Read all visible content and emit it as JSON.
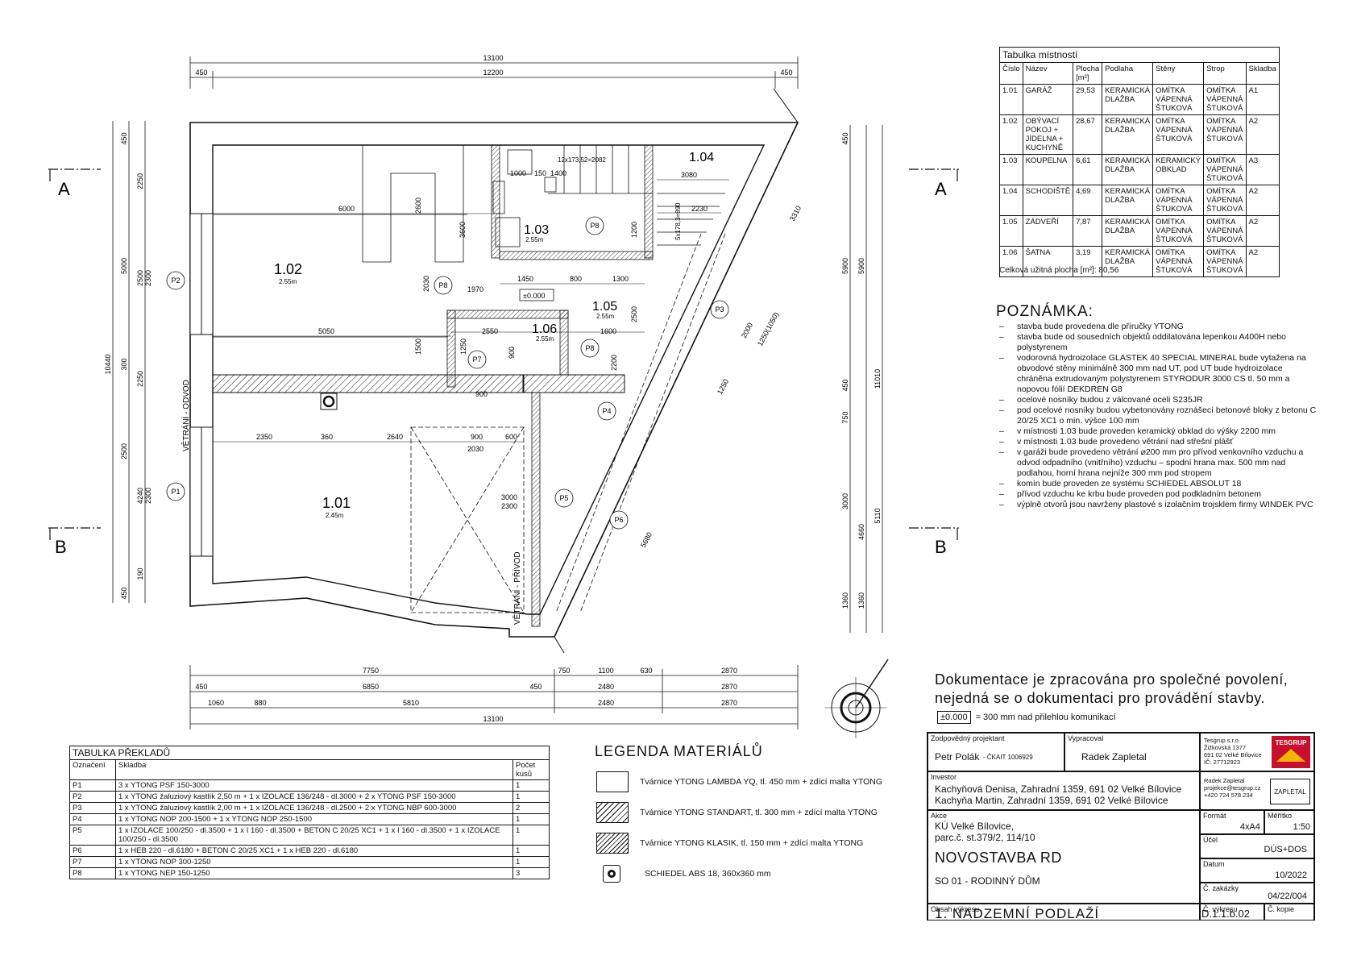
{
  "room_table": {
    "title": "Tabulka místností",
    "headers": [
      "Číslo",
      "Název",
      "Plocha [m²]",
      "Podlaha",
      "Stěny",
      "Strop",
      "Skladba"
    ],
    "rows": [
      [
        "1.01",
        "GARÁŽ",
        "29,53",
        "KERAMICKÁ DLAŽBA",
        "OMÍTKA VÁPENNÁ ŠTUKOVÁ",
        "OMÍTKA VÁPENNÁ ŠTUKOVÁ",
        "A1"
      ],
      [
        "1.02",
        "OBÝVACÍ POKOJ + JÍDELNA + KUCHYNĚ",
        "28,67",
        "KERAMICKÁ DLAŽBA",
        "OMÍTKA VÁPENNÁ ŠTUKOVÁ",
        "OMÍTKA VÁPENNÁ ŠTUKOVÁ",
        "A2"
      ],
      [
        "1.03",
        "KOUPELNA",
        "6,61",
        "KERAMICKÁ DLAŽBA",
        "KERAMICKÝ OBKLAD",
        "OMÍTKA VÁPENNÁ ŠTUKOVÁ",
        "A3"
      ],
      [
        "1.04",
        "SCHODIŠTĚ",
        "4,69",
        "KERAMICKÁ DLAŽBA",
        "OMÍTKA VÁPENNÁ ŠTUKOVÁ",
        "OMÍTKA VÁPENNÁ ŠTUKOVÁ",
        "A2"
      ],
      [
        "1.05",
        "ZÁDVEŘÍ",
        "7,87",
        "KERAMICKÁ DLAŽBA",
        "OMÍTKA VÁPENNÁ ŠTUKOVÁ",
        "OMÍTKA VÁPENNÁ ŠTUKOVÁ",
        "A2"
      ],
      [
        "1.06",
        "ŠATNA",
        "3,19",
        "KERAMICKÁ DLAŽBA",
        "OMÍTKA VÁPENNÁ ŠTUKOVÁ",
        "OMÍTKA VÁPENNÁ ŠTUKOVÁ",
        "A2"
      ]
    ],
    "total": "Celková užitná plocha [m²]: 80,56"
  },
  "notes": {
    "title": "POZNÁMKA:",
    "items": [
      "stavba bude provedena dle příručky YTONG",
      "stavba bude od sousedních objektů oddilatována lepenkou A400H nebo polystyrenem",
      "vodorovná hydroizolace GLASTEK 40 SPECIAL MINERAL bude vytažena na obvodové stěny minimálně 300 mm nad UT, pod UT bude hydroizolace chráněna extrudovaným polystyrenem STYRODUR 3000 CS tl. 50 mm a nopovou fólií DEKDREN G8",
      "ocelové nosníky budou z válcované oceli S235JR",
      "pod ocelové nosníky budou vybetonovány roznášecí betonové bloky z betonu C 20/25 XC1 o min. výšce 100 mm",
      "v místnosti 1.03 bude proveden keramický obklad do výšky 2200 mm",
      "v místnosti 1.03 bude provedeno větrání nad střešní plášť",
      "v garáži bude provedeno větrání ⌀200 mm pro přívod venkovního vzduchu a odvod odpadního (vnitřního) vzduchu – spodní hrana max. 500 mm nad podlahou, horní hrana nejníže 300 mm pod stropem",
      "komín bude proveden ze systému SCHIEDEL ABSOLUT 18",
      "přívod vzduchu ke krbu bude proveden pod podkladním betonem",
      "výplně otvorů jsou navrženy plastové s izolačním trojsklem firmy WINDEK PVC"
    ]
  },
  "disclaimer": [
    "Dokumentace je zpracována pro společné povolení,",
    "nejedná se o dokumentaci pro provádění stavby."
  ],
  "height_ref": {
    "box": "±0.000",
    "text": "= 300 mm nad přilehlou komunikací"
  },
  "lintel_table": {
    "title": "TABULKA PŘEKLADŮ",
    "headers": [
      "Označení",
      "Skladba",
      "Počet kusů"
    ],
    "rows": [
      [
        "P1",
        "3 x YTONG PSF 150-3000",
        "1"
      ],
      [
        "P2",
        "1 x YTONG žaluziový kastlík 2,50 m + 1 x IZOLACE 136/248 - dl.3000 + 2 x YTONG PSF 150-3000",
        "1"
      ],
      [
        "P3",
        "1 x YTONG žaluziový kastlík 2,00 m + 1 x IZOLACE 136/248 - dl.2500 + 2 x YTONG NBP 600-3000",
        "2"
      ],
      [
        "P4",
        "1 x YTONG NOP 200-1500 + 1 x YTONG NOP 250-1500",
        "1"
      ],
      [
        "P5",
        "1 x IZOLACE 100/250 - dl.3500 + 1 x I 160 - dl.3500 + BETON C 20/25 XC1 + 1 x I 160 - dl.3500 + 1 x IZOLACE 100/250 - dl.3500",
        "1"
      ],
      [
        "P6",
        "1 x HEB 220 - dl.6180 + BETON C 20/25 XC1 + 1 x HEB 220 - dl.6180",
        "1"
      ],
      [
        "P7",
        "1 x YTONG NOP 300-1250",
        "1"
      ],
      [
        "P8",
        "1 x YTONG NEP 150-1250",
        "3"
      ]
    ]
  },
  "legend": {
    "title": "LEGENDA MATERIÁLŮ",
    "items": [
      "Tvárnice YTONG LAMBDA YQ, tl. 450 mm + zdící malta YTONG",
      "Tvárnice YTONG STANDART, tl. 300 mm + zdící malta YTONG",
      "Tvárnice YTONG KLASIK, tl. 150 mm + zdící malta YTONG",
      "SCHIEDEL ABS 18, 360x360 mm"
    ]
  },
  "title_block": {
    "designer_label": "Zodpovědný projektant",
    "designer": "Petr Polák",
    "designer_reg": "- ČKAIT 1006929",
    "drafter_label": "Vypracoval",
    "drafter": "Radek Zapletal",
    "company": [
      "Tesgrup s.r.o.",
      "Žižkovská 1377",
      "691 02 Velké Bílovice",
      "IČ: 27712923"
    ],
    "company_logo": "TESGRUP",
    "contact": [
      "Radek Zapletal",
      "projekce@tesgrup.cz",
      "+420 724 578 234"
    ],
    "contact_logo": "ZAPLETAL",
    "investor_label": "Investor",
    "investor": [
      "Kachyňová Denisa, Zahradní 1359, 691 02 Velké Bílovice",
      "Kachyňa Martin, Zahradní 1359, 691 02 Velké Bílovice"
    ],
    "action_label": "Akce",
    "action": [
      "KÚ Velké Bílovice,",
      "parc.č. st.379/2, 114/10"
    ],
    "project": "NOVOSTAVBA RD",
    "object": "SO 01 - RODINNÝ DŮM",
    "format_label": "Formát",
    "format": "4xA4",
    "scale_label": "Měřítko",
    "scale": "1:50",
    "purpose_label": "Účel",
    "purpose": "DÚS+DOS",
    "date_label": "Datum",
    "date": "10/2022",
    "order_label": "Č. zakázky",
    "order": "04/22/004",
    "content_label": "Obsah výkresu",
    "content": "1. NADZEMNÍ PODLAŽÍ",
    "drawing_no_label": "Č. výkresu",
    "drawing_no": "D.1.1.b.02",
    "copy_label": "Č. kopie"
  },
  "plan": {
    "rooms": [
      {
        "num": "1.02",
        "h": "2.55m"
      },
      {
        "num": "1.01",
        "h": "2.45m"
      },
      {
        "num": "1.03",
        "h": "2.55m"
      },
      {
        "num": "1.04",
        "h": ""
      },
      {
        "num": "1.05",
        "h": "2.55m"
      },
      {
        "num": "1.06",
        "h": "2.55m"
      }
    ],
    "level": "±0.000",
    "lintel_tags": [
      "P1",
      "P2",
      "P3",
      "P4",
      "P5",
      "P6",
      "P7",
      "P8"
    ],
    "vent_labels": [
      "VĚTRÁNÍ - ODVOD",
      "VĚTRÁNÍ - PŘÍVOD"
    ],
    "section_marks": [
      "A",
      "B"
    ],
    "stair_label": "5x178,3=890",
    "stair_label2": "12x173,52=2082",
    "dims_top": [
      "13100",
      "450",
      "12200",
      "450"
    ],
    "dims_bottom1": [
      "7750",
      "750",
      "1100",
      "630",
      "2870"
    ],
    "dims_bottom2": [
      "450",
      "6850",
      "450",
      "2480",
      "2870"
    ],
    "dims_bottom3": [
      "1060",
      "880",
      "5810",
      "2480",
      "2870"
    ],
    "dims_bottom_total": "13100",
    "dims_left": [
      "450",
      "2250",
      "5000",
      "2500",
      "2300",
      "300",
      "2250",
      "10440",
      "2500",
      "4240",
      "2300",
      "190",
      "450"
    ],
    "dims_right": [
      "450",
      "5900",
      "5900",
      "450",
      "750",
      "11010",
      "3000",
      "4660",
      "5110",
      "1360",
      "1360"
    ],
    "dims_inner": [
      "6000",
      "5050",
      "2350",
      "360",
      "2640",
      "900",
      "600",
      "2030",
      "1450",
      "800",
      "1300",
      "2550",
      "1600",
      "3080",
      "2230",
      "3310",
      "1250",
      "5680",
      "3000",
      "2300",
      "1000",
      "150",
      "1400",
      "900",
      "2200",
      "3600",
      "2600",
      "2030",
      "1970",
      "1200",
      "1500",
      "900",
      "1250",
      "2500",
      "2000",
      "1250(1050)"
    ]
  }
}
